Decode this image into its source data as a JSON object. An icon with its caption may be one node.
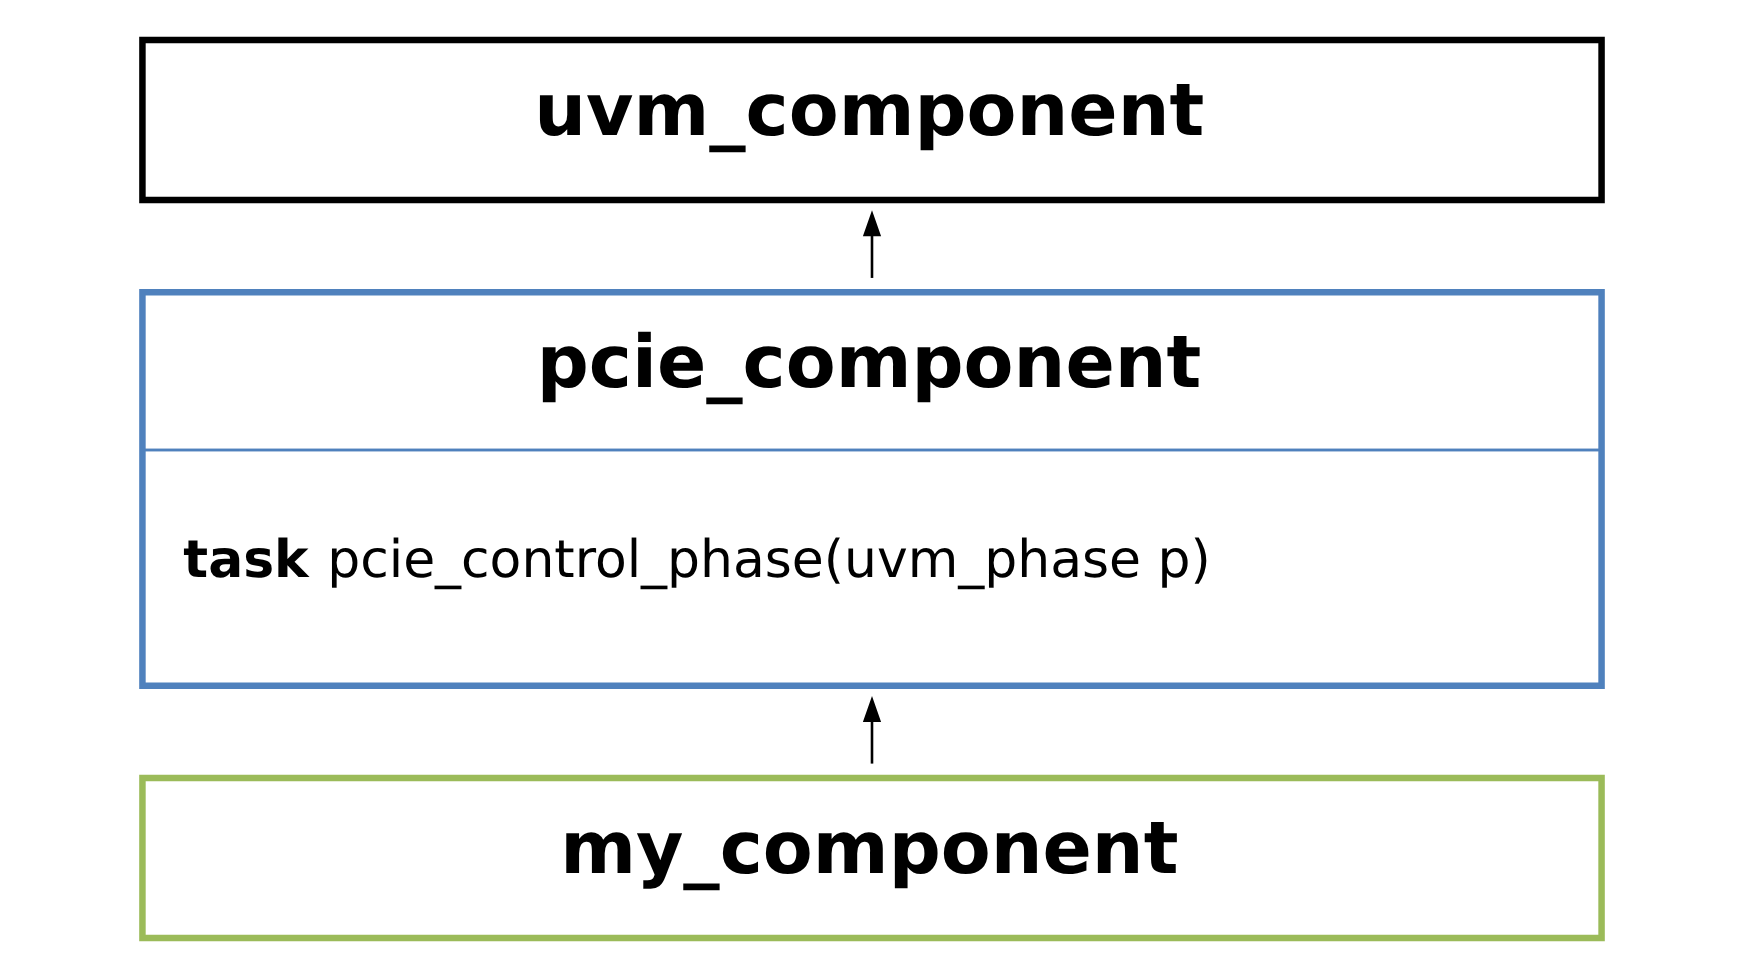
{
  "diagram": {
    "nodes": [
      {
        "text": [
          "uvm_component"
        ]
      },
      {
        "text": [
          "pcie_component",
          "**task** pcie_control_phase(uvm_phase p)"
        ]
      },
      {
        "text": [
          "my_component"
        ]
      }
    ],
    "edges": [
      {
        "from": 1,
        "to": 0,
        "arrow": "to"
      },
      {
        "from": 2,
        "to": 1,
        "arrow": "to"
      }
    ]
  }
}
